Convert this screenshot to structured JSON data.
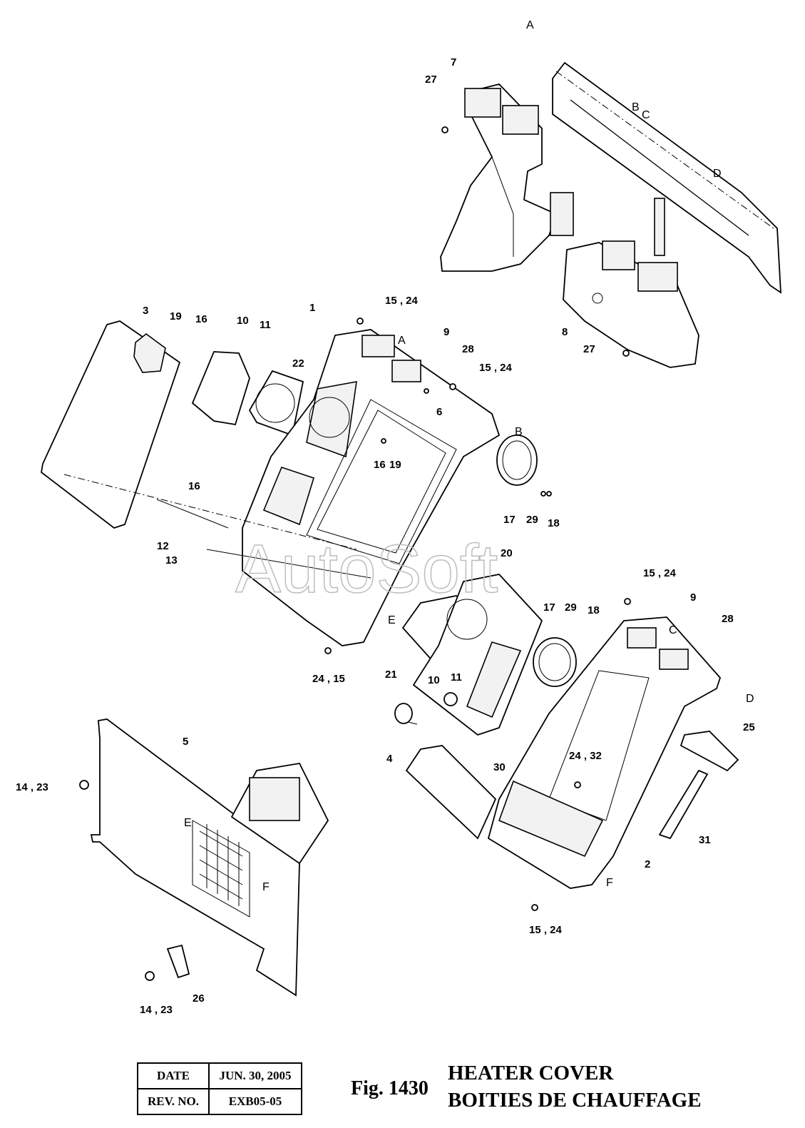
{
  "watermark": "AutoSoft",
  "callouts": [
    {
      "id": "c-A-top",
      "text": "A",
      "kind": "letter"
    },
    {
      "id": "c-7",
      "text": "7",
      "kind": "number"
    },
    {
      "id": "c-27-top",
      "text": "27",
      "kind": "number"
    },
    {
      "id": "c-B-top",
      "text": "B",
      "kind": "letter"
    },
    {
      "id": "c-C-top",
      "text": "C",
      "kind": "letter"
    },
    {
      "id": "c-D-top",
      "text": "D",
      "kind": "letter"
    },
    {
      "id": "c-8",
      "text": "8",
      "kind": "number"
    },
    {
      "id": "c-27-mid",
      "text": "27",
      "kind": "number"
    },
    {
      "id": "c-3",
      "text": "3",
      "kind": "number"
    },
    {
      "id": "c-19-a",
      "text": "19",
      "kind": "number"
    },
    {
      "id": "c-16-a",
      "text": "16",
      "kind": "number"
    },
    {
      "id": "c-10-a",
      "text": "10",
      "kind": "number"
    },
    {
      "id": "c-11-a",
      "text": "11",
      "kind": "number"
    },
    {
      "id": "c-1",
      "text": "1",
      "kind": "number"
    },
    {
      "id": "c-15-24-a",
      "text": "15 , 24",
      "kind": "number"
    },
    {
      "id": "c-A-mid",
      "text": "A",
      "kind": "letter"
    },
    {
      "id": "c-9-a",
      "text": "9",
      "kind": "number"
    },
    {
      "id": "c-28-a",
      "text": "28",
      "kind": "number"
    },
    {
      "id": "c-15-24-b",
      "text": "15 , 24",
      "kind": "number"
    },
    {
      "id": "c-22",
      "text": "22",
      "kind": "number"
    },
    {
      "id": "c-6",
      "text": "6",
      "kind": "number"
    },
    {
      "id": "c-B-mid",
      "text": "B",
      "kind": "letter"
    },
    {
      "id": "c-16-b",
      "text": "16",
      "kind": "number"
    },
    {
      "id": "c-19-b",
      "text": "19",
      "kind": "number"
    },
    {
      "id": "c-16-c",
      "text": "16",
      "kind": "number"
    },
    {
      "id": "c-17-a",
      "text": "17",
      "kind": "number"
    },
    {
      "id": "c-29-a",
      "text": "29",
      "kind": "number"
    },
    {
      "id": "c-18-a",
      "text": "18",
      "kind": "number"
    },
    {
      "id": "c-12",
      "text": "12",
      "kind": "number"
    },
    {
      "id": "c-13",
      "text": "13",
      "kind": "number"
    },
    {
      "id": "c-20",
      "text": "20",
      "kind": "number"
    },
    {
      "id": "c-15-24-c",
      "text": "15 , 24",
      "kind": "number"
    },
    {
      "id": "c-9-b",
      "text": "9",
      "kind": "number"
    },
    {
      "id": "c-17-b",
      "text": "17",
      "kind": "number"
    },
    {
      "id": "c-29-b",
      "text": "29",
      "kind": "number"
    },
    {
      "id": "c-18-b",
      "text": "18",
      "kind": "number"
    },
    {
      "id": "c-C-mid",
      "text": "C",
      "kind": "letter"
    },
    {
      "id": "c-28-b",
      "text": "28",
      "kind": "number"
    },
    {
      "id": "c-E-mid",
      "text": "E",
      "kind": "letter"
    },
    {
      "id": "c-24-15",
      "text": "24 , 15",
      "kind": "number"
    },
    {
      "id": "c-10-b",
      "text": "10",
      "kind": "number"
    },
    {
      "id": "c-11-b",
      "text": "11",
      "kind": "number"
    },
    {
      "id": "c-21",
      "text": "21",
      "kind": "number"
    },
    {
      "id": "c-D-mid",
      "text": "D",
      "kind": "letter"
    },
    {
      "id": "c-25",
      "text": "25",
      "kind": "number"
    },
    {
      "id": "c-30",
      "text": "30",
      "kind": "number"
    },
    {
      "id": "c-5",
      "text": "5",
      "kind": "number"
    },
    {
      "id": "c-4",
      "text": "4",
      "kind": "number"
    },
    {
      "id": "c-24-32",
      "text": "24 , 32",
      "kind": "number"
    },
    {
      "id": "c-14-23-a",
      "text": "14 , 23",
      "kind": "number"
    },
    {
      "id": "c-E-low",
      "text": "E",
      "kind": "letter"
    },
    {
      "id": "c-31",
      "text": "31",
      "kind": "number"
    },
    {
      "id": "c-2",
      "text": "2",
      "kind": "number"
    },
    {
      "id": "c-F-low",
      "text": "F",
      "kind": "letter"
    },
    {
      "id": "c-F-right",
      "text": "F",
      "kind": "letter"
    },
    {
      "id": "c-15-24-d",
      "text": "15 , 24",
      "kind": "number"
    },
    {
      "id": "c-26",
      "text": "26",
      "kind": "number"
    },
    {
      "id": "c-14-23-b",
      "text": "14 , 23",
      "kind": "number"
    }
  ],
  "title_block": {
    "date_label": "DATE",
    "date_value": "JUN. 30, 2005",
    "rev_label": "REV. NO.",
    "rev_value": "EXB05-05"
  },
  "figure": {
    "number": "Fig. 1430",
    "title_en": "HEATER COVER",
    "title_fr": "BOITIES DE CHAUFFAGE"
  }
}
